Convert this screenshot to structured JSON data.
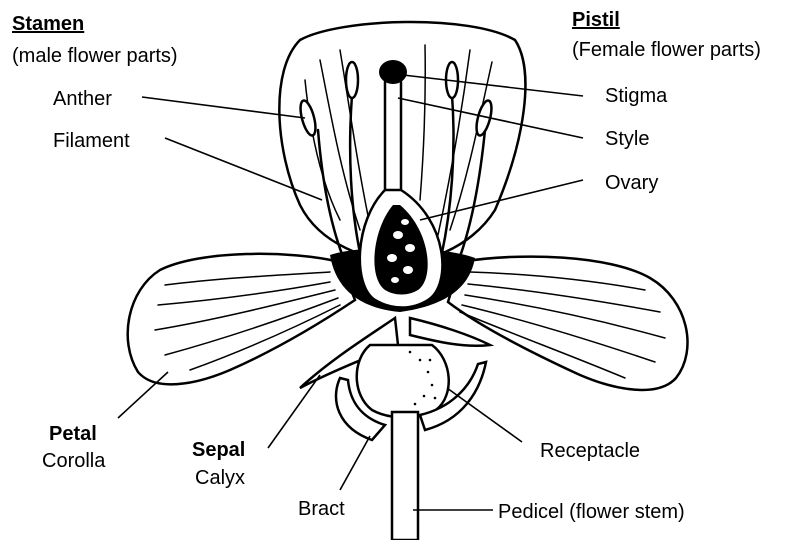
{
  "stamen_group": {
    "title": "Stamen",
    "subtitle": "(male flower parts)"
  },
  "pistil_group": {
    "title": "Pistil",
    "subtitle": "(Female flower parts)"
  },
  "labels": {
    "anther": "Anther",
    "filament": "Filament",
    "stigma": "Stigma",
    "style": "Style",
    "ovary": "Ovary",
    "petal": "Petal",
    "corolla": "Corolla",
    "sepal": "Sepal",
    "calyx": "Calyx",
    "receptacle": "Receptacle",
    "bract": "Bract",
    "pedicel": "Pedicel (flower stem)"
  }
}
